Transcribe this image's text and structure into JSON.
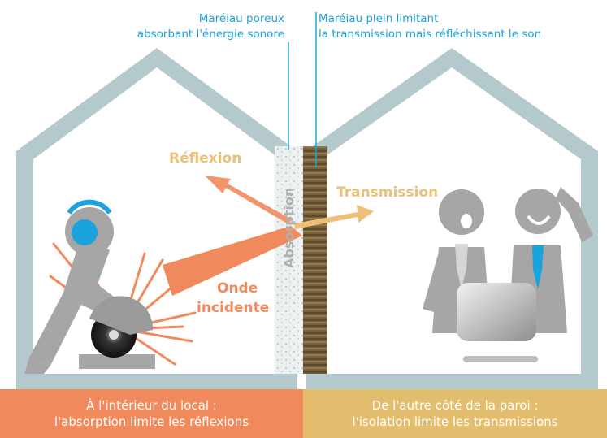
{
  "annotations": {
    "porous_line1": "Maréiau poreux",
    "porous_line2": "absorbant l'énergie sonore",
    "solid_line1": "Maréiau plein limitant",
    "solid_line2": "la transmission mais réfléchissant le son"
  },
  "arrows": {
    "reflection": "Réflexion",
    "transmission": "Transmission",
    "incident_line1": "Onde",
    "incident_line2": "incidente",
    "absorption": "Absorption"
  },
  "banners": {
    "left_line1": "À l'intérieur du local :",
    "left_line2": "l'absorption limite les réflexions",
    "right_line1": "De l'autre côté de la paroi :",
    "right_line2": "l'isolation limite les transmissions"
  },
  "colors": {
    "house": "#b3c9cc",
    "cyan": "#1aa3dc",
    "salmon": "#f08a5d",
    "gold": "#ecc077",
    "person": "#a6a6a6",
    "left_banner": "#f08a5d",
    "right_banner": "#e2bd6e"
  }
}
